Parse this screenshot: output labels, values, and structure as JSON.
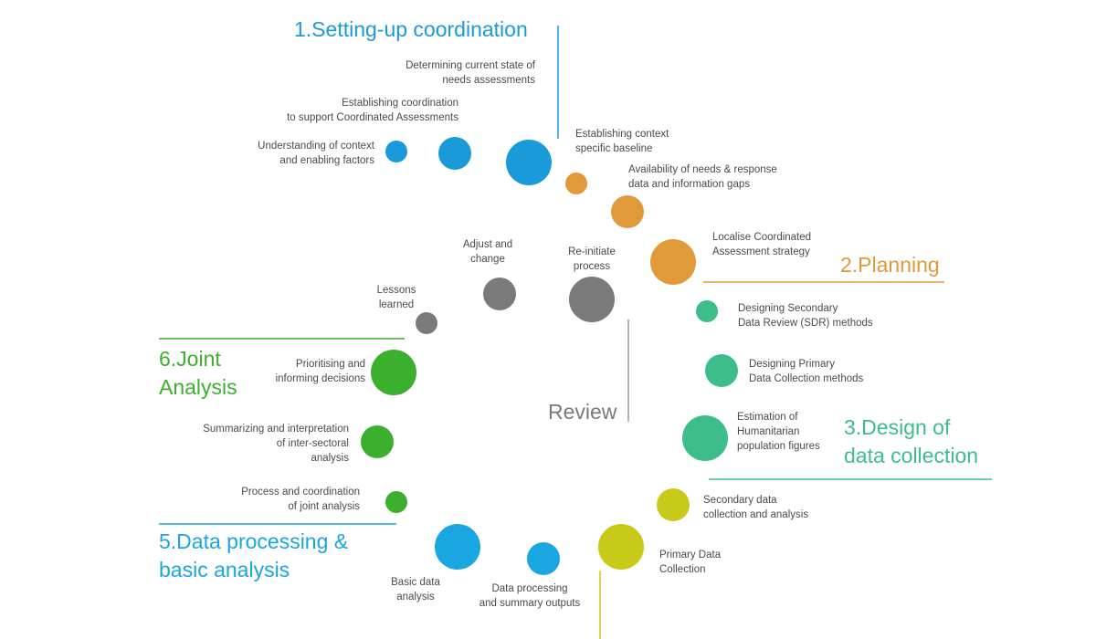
{
  "phases": {
    "setup": {
      "title": "1.Setting-up coordination",
      "color": "#1a9ad8"
    },
    "planning": {
      "title": "2.Planning",
      "color": "#e09a3a"
    },
    "design": {
      "title": "3.Design of\ndata collection",
      "color": "#3dbd8c"
    },
    "collection": {
      "color": "#c9c91a"
    },
    "processing": {
      "title": "5.Data processing &\nbasic analysis",
      "color": "#1aa6e0"
    },
    "joint": {
      "title": "6.Joint\nAnalysis",
      "color": "#3daf2e"
    },
    "review": {
      "title": "Review",
      "color": "#7a7a7a"
    }
  },
  "steps": {
    "understanding": "Understanding of context\nand enabling factors",
    "establishing_coordination": "Establishing coordination\nto support Coordinated Assessments",
    "determining_state": "Determining current state of\nneeds assessments",
    "context_baseline": "Establishing context\nspecific baseline",
    "availability": "Availability of needs & response\ndata and information gaps",
    "localise": "Localise Coordinated\nAssessment strategy",
    "designing_sdr": "Designing Secondary\nData Review (SDR) methods",
    "designing_primary": "Designing Primary\nData Collection methods",
    "estimation": "Estimation of\nHumanitarian\npopulation figures",
    "secondary_collection": "Secondary data\ncollection and analysis",
    "primary_collection": "Primary Data\nCollection",
    "data_processing": "Data processing\nand summary outputs",
    "basic_analysis": "Basic data\nanalysis",
    "process_coordination": "Process and coordination\nof joint analysis",
    "summarizing": "Summarizing and interpretation\nof inter-sectoral\nanalysis",
    "prioritising": "Prioritising and\ninforming decisions",
    "lessons": "Lessons\nlearned",
    "adjust": "Adjust and\nchange",
    "reinitiate": "Re-initiate\nprocess"
  }
}
